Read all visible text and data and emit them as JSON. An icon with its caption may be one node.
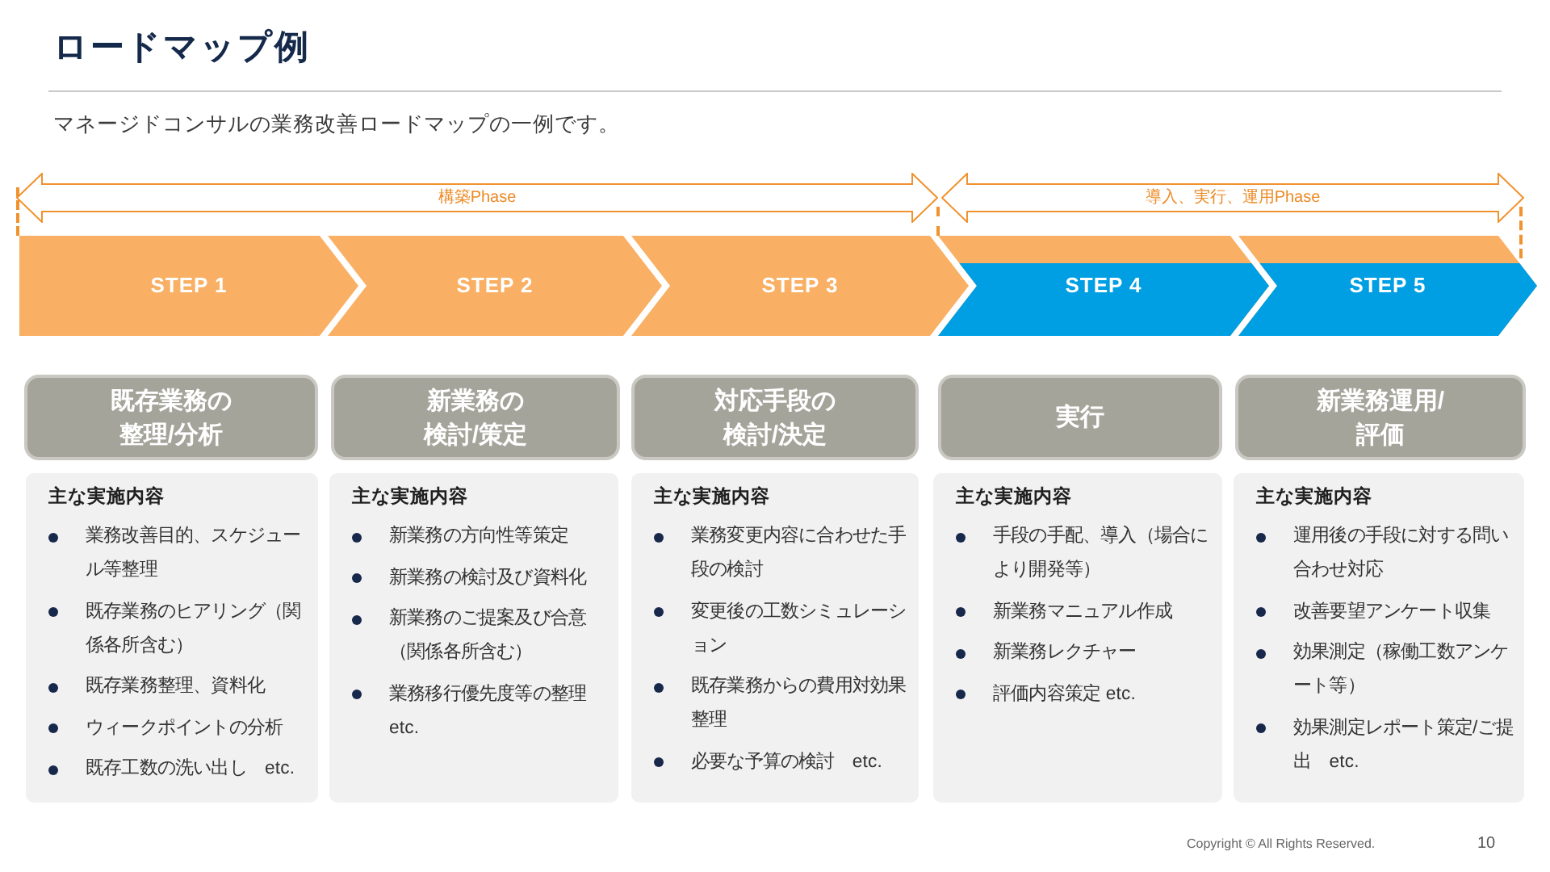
{
  "diagram": {
    "title": "ロードマップ例",
    "nodes": [
      {
        "text": [
          "構築Phase"
        ]
      },
      {
        "text": [
          "導入、実行、運用Phase"
        ]
      },
      {
        "text": [
          "STEP 1"
        ]
      },
      {
        "text": [
          "STEP 2"
        ]
      },
      {
        "text": [
          "STEP 3"
        ]
      },
      {
        "text": [
          "STEP 4"
        ]
      },
      {
        "text": [
          "STEP 5"
        ]
      },
      {
        "text": [
          "既存業務の整理/分析"
        ]
      },
      {
        "text": [
          "新業務の検討/策定"
        ]
      },
      {
        "text": [
          "対応手段の検討/決定"
        ]
      },
      {
        "text": [
          "実行"
        ]
      },
      {
        "text": [
          "新業務運用/評価"
        ]
      },
      {
        "text": [
          "主な実施内容",
          "業務改善目的、スケジュール等整理",
          "既存業務のヒアリング（関係各所含む）",
          "既存業務整理、資料化",
          "ウィークポイントの分析",
          "既存工数の洗い出し　etc."
        ]
      },
      {
        "text": [
          "主な実施内容",
          "新業務の方向性等策定",
          "新業務の検討及び資料化",
          "新業務のご提案及び合意（関係各所含む）",
          "業務移行優先度等の整理 etc."
        ]
      },
      {
        "text": [
          "主な実施内容",
          "業務変更内容に合わせた手段の検討",
          "変更後の工数シミュレーション",
          "既存業務からの費用対効果整理",
          "必要な予算の検討　etc."
        ]
      },
      {
        "text": [
          "主な実施内容",
          "手段の手配、導入（場合により開発等）",
          "新業務マニュアル作成",
          "新業務レクチャー",
          "評価内容策定 etc."
        ]
      },
      {
        "text": [
          "主な実施内容",
          "運用後の手段に対する問い合わせ対応",
          "改善要望アンケート収集",
          "効果測定（稼働工数アンケート等）",
          "効果測定レポート策定/ご提出　etc."
        ]
      }
    ],
    "labels": [
      "マネージドコンサルの業務改善ロードマップの一例です。",
      "Copyright © All Rights Reserved.",
      "10"
    ]
  }
}
